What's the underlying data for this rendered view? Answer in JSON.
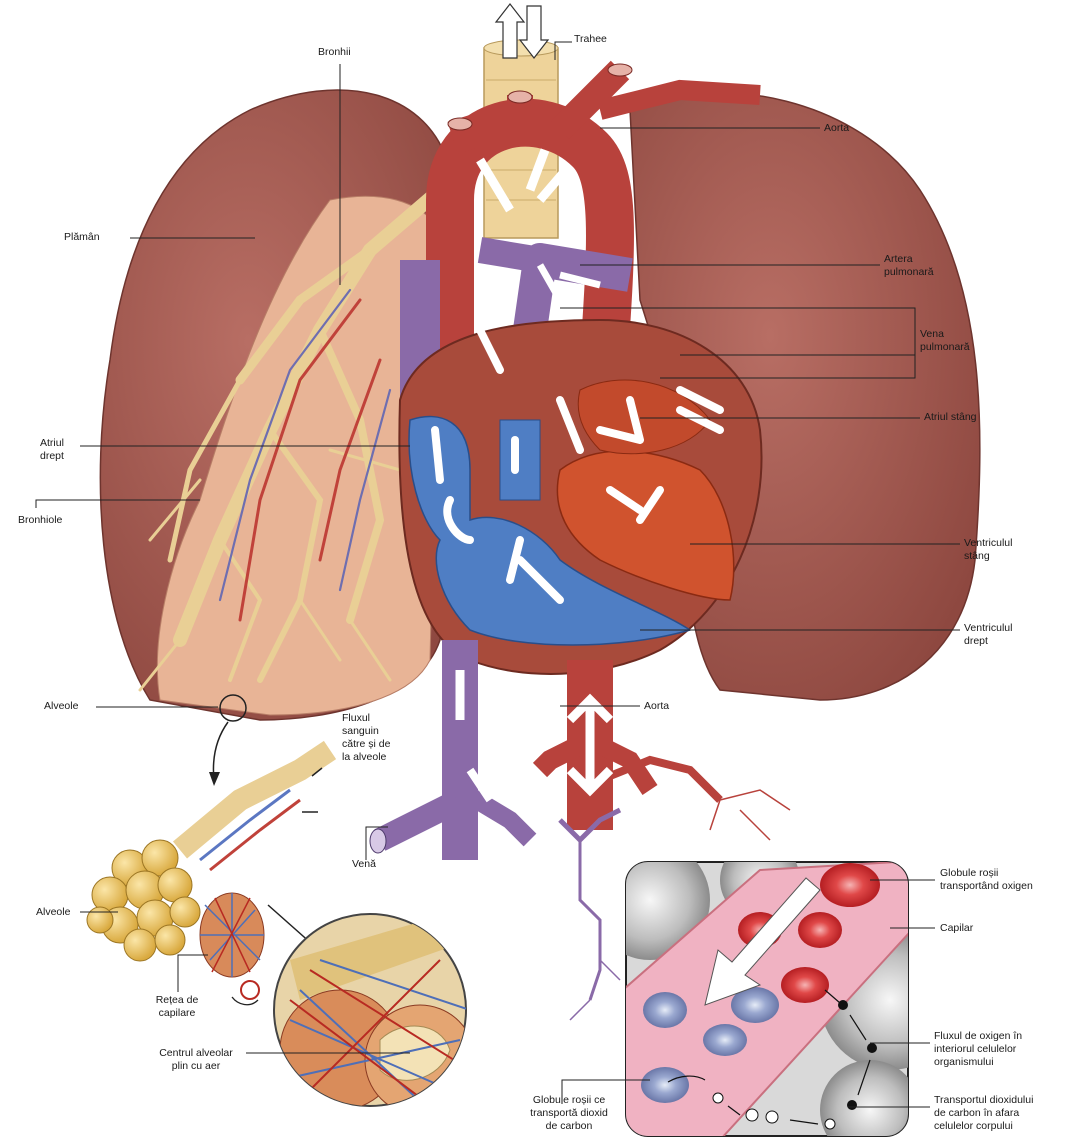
{
  "diagram": {
    "labels": {
      "trahee": "Trahee",
      "bronhii": "Bronhii",
      "aorta_top": "Aorta",
      "plaman": "Plămân",
      "artera_pulmonara": "Artera\npulmonară",
      "vena_pulmonara": "Vena\npulmonară",
      "atriul_stang": "Atriul stâng",
      "atriul_drept": "Atriul\ndrept",
      "bronhiole": "Bronhiole",
      "ventriculul_stang": "Ventriculul\nstâng",
      "ventriculul_drept": "Ventriculul\ndrept",
      "alveole_top": "Alveole",
      "aorta_bottom": "Aorta",
      "fluxul_sanguin": "Fluxul\nsanguin\ncătre și de\nla alveole",
      "vena": "Venă",
      "alveole_bottom": "Alveole",
      "globule_rosii_oxigen": "Globule roșii\ntransportând oxigen",
      "capilar": "Capilar",
      "retea_capilare": "Rețea de\ncapilare",
      "centrul_alveolar": "Centrul alveolar\nplin cu aer",
      "fluxul_oxigen": "Fluxul de oxigen în\ninteriorul celulelor\norganismului",
      "globule_rosii_dioxid": "Globule roșii ce\ntransportă dioxid\nde carbon",
      "transportul_dioxid": "Transportul dioxidului\nde carbon în afara\ncelulelor corpului"
    },
    "colors": {
      "lung": "#a5574f",
      "lung_cut": "#e9b79c",
      "aorta": "#b8423c",
      "vein": "#8a6aa8",
      "blood_blue": "#4f7ec4",
      "blood_red": "#d0532e",
      "trachea": "#eed39a",
      "alveoli": "#e9c25e"
    }
  }
}
